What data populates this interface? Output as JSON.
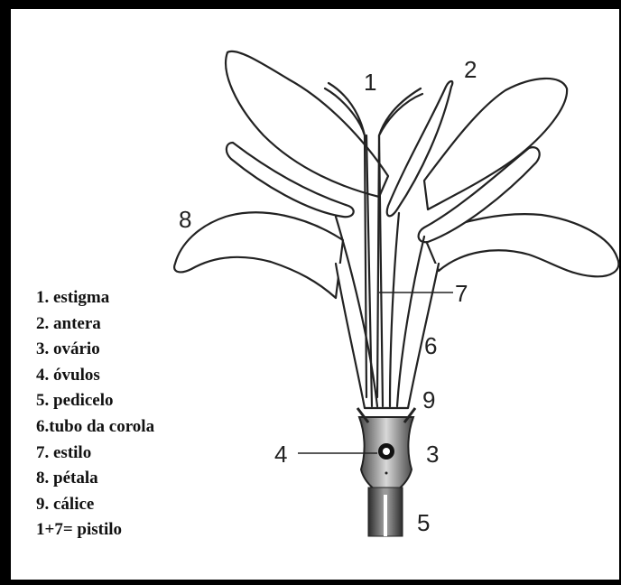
{
  "markers": {
    "m1": "1",
    "m2": "2",
    "m3": "3",
    "m4": "4",
    "m5": "5",
    "m6": "6",
    "m7": "7",
    "m8": "8",
    "m9": "9"
  },
  "legend": {
    "items": [
      "1. estigma",
      "2. antera",
      "3. ovário",
      "4. óvulos",
      "5. pedicelo",
      "6.tubo da corola",
      "7. estilo",
      "8. pétala",
      "9. cálice",
      "1+7= pistilo"
    ]
  }
}
